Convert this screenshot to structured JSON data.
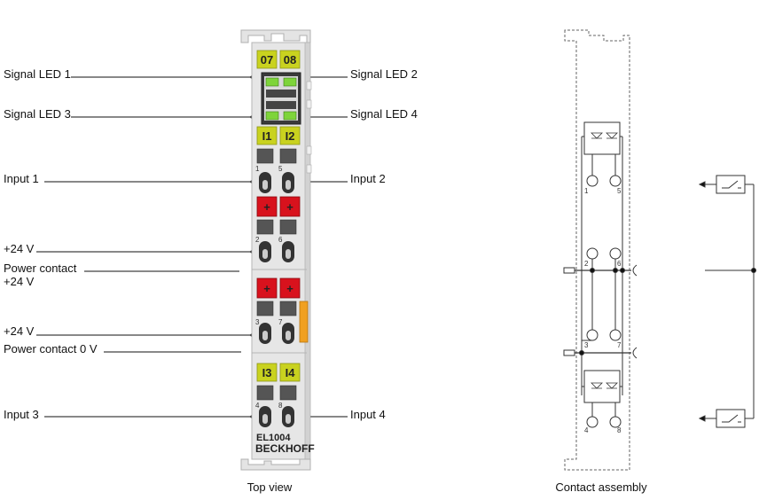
{
  "labels": {
    "signal_led_1": "Signal LED 1",
    "signal_led_2": "Signal LED 2",
    "signal_led_3": "Signal LED 3",
    "signal_led_4": "Signal LED 4",
    "input_1": "Input 1",
    "input_2": "Input 2",
    "plus24_a": "+24 V",
    "power_contact_24_line1": "Power contact",
    "power_contact_24_line2": "+24 V",
    "plus24_b": "+24 V",
    "power_contact_0v": "Power contact 0 V",
    "input_3": "Input 3",
    "input_4": "Input 4"
  },
  "module": {
    "chip_07": "07",
    "chip_08": "08",
    "chip_i1": "I1",
    "chip_i2": "I2",
    "chip_i3": "I3",
    "chip_i4": "I4",
    "plus": "+",
    "model": "EL1004",
    "brand": "BECKHOFF",
    "terminal_numbers": [
      "1",
      "5",
      "2",
      "6",
      "3",
      "7",
      "4",
      "8"
    ]
  },
  "schematic": {
    "terminal_numbers": [
      "1",
      "5",
      "2",
      "6",
      "3",
      "7",
      "4",
      "8"
    ]
  },
  "captions": {
    "top_view": "Top view",
    "contact_assembly": "Contact assembly"
  },
  "colors": {
    "accent_yellow": "#c9d21f",
    "power_red": "#d8121d",
    "orange_tab": "#f0a020",
    "led_green": "#7ed43a",
    "housing_grey": "#dcdcdc"
  }
}
